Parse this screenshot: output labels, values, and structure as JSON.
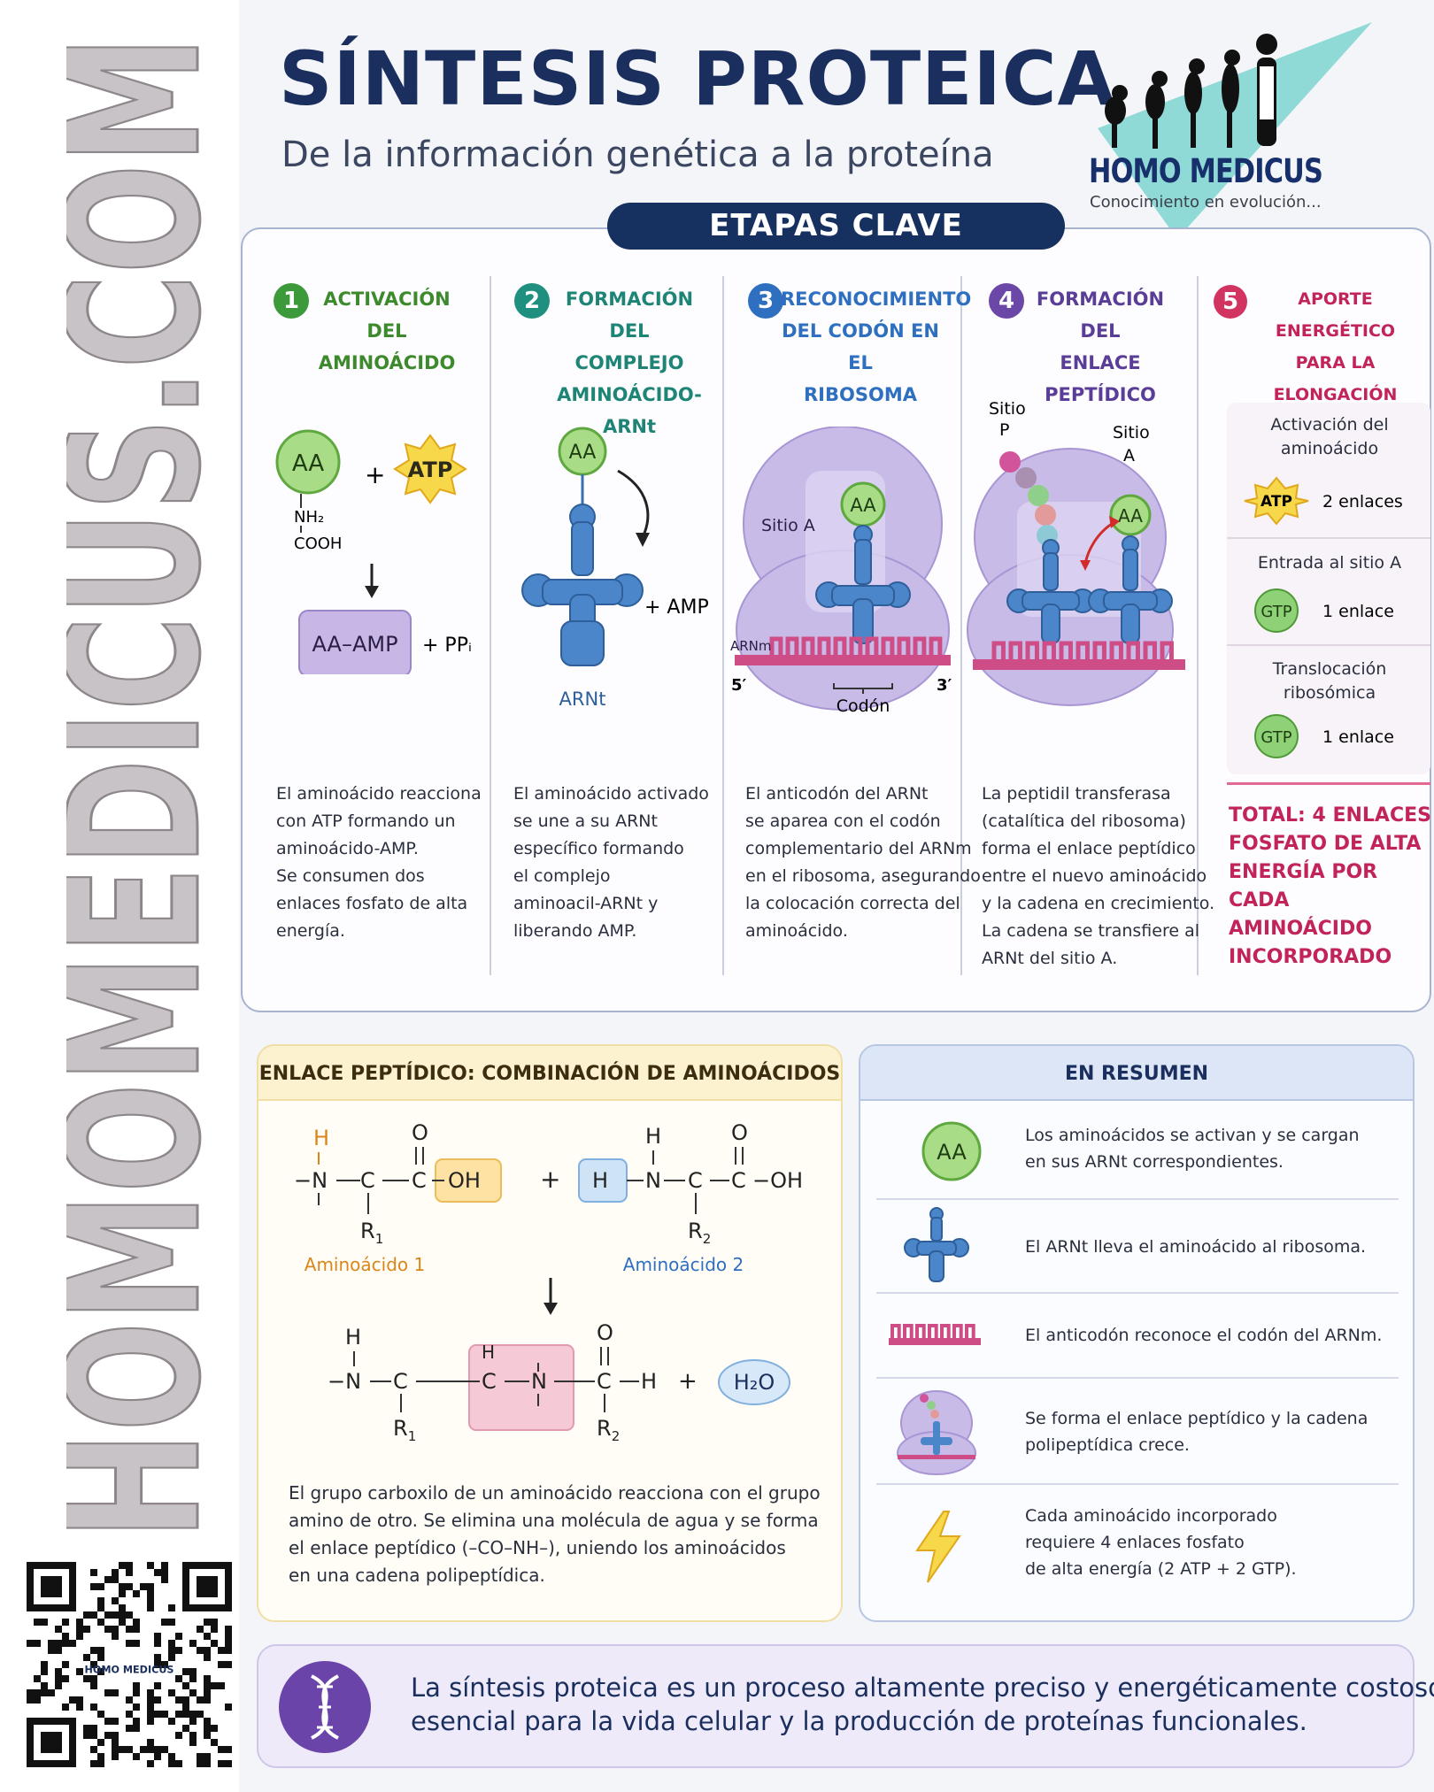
{
  "brand": {
    "vertical": "HOMOMEDICUS.COM",
    "logo_name": "HOMO MEDICUS",
    "logo_tagline": "Conocimiento en evolución...",
    "qr_caption": "HOMO MEDICUS"
  },
  "header": {
    "title": "SÍNTESIS PROTEICA",
    "subtitle": "De la información genética a la proteína"
  },
  "stages": {
    "header": "ETAPAS CLAVE",
    "items": [
      {
        "number": "1",
        "color": "#3d9a3a",
        "title": [
          "ACTIVACIÓN DEL",
          "AMINOÁCIDO"
        ],
        "text": [
          "El aminoácido reacciona",
          "con ATP formando un",
          "aminoácido-AMP.",
          "Se consumen dos",
          "enlaces fosfato de alta",
          "energía."
        ]
      },
      {
        "number": "2",
        "color": "#1f8f80",
        "title": [
          "FORMACIÓN DEL",
          "COMPLEJO",
          "AMINOÁCIDO-ARNt"
        ],
        "text": [
          "El aminoácido activado",
          "se une a su ARNt",
          "específico formando",
          "el complejo",
          "aminoacil-ARNt y",
          "liberando AMP."
        ]
      },
      {
        "number": "3",
        "color": "#2e6fc0",
        "title": [
          "RECONOCIMIENTO",
          "DEL CODÓN EN EL",
          "RIBOSOMA"
        ],
        "text": [
          "El anticodón del ARNt",
          "se aparea con el codón",
          "complementario del ARNm",
          "en el ribosoma, asegurando",
          "la colocación correcta del",
          "aminoácido."
        ]
      },
      {
        "number": "4",
        "color": "#6b47a8",
        "title": [
          "FORMACIÓN DEL",
          "ENLACE PEPTÍDICO"
        ],
        "text": [
          "La peptidil transferasa",
          "(catalítica del ribosoma)",
          "forma el enlace peptídico",
          "entre el nuevo aminoácido",
          "y la cadena en crecimiento.",
          "La cadena se transfiere al",
          "ARNt del sitio A."
        ]
      },
      {
        "number": "5",
        "color": "#d23462",
        "title": [
          "APORTE ENERGÉTICO",
          "PARA LA ELONGACIÓN"
        ],
        "energy": [
          {
            "label": [
              "Activación del",
              "aminoácido"
            ],
            "molecule": "ATP",
            "bonds": "2 enlaces"
          },
          {
            "label": [
              "Entrada al sitio A"
            ],
            "molecule": "GTP",
            "bonds": "1 enlace"
          },
          {
            "label": [
              "Translocación",
              "ribosómica"
            ],
            "molecule": "GTP",
            "bonds": "1 enlace"
          }
        ],
        "total": [
          "TOTAL: 4 ENLACES",
          "FOSFATO DE ALTA",
          "ENERGÍA POR CADA",
          "AMINOÁCIDO",
          "INCORPORADO"
        ]
      }
    ],
    "diagram_labels": {
      "aa": "AA",
      "atp": "ATP",
      "nh2": "NH₂",
      "cooh": "COOH",
      "plus": "+",
      "aa_amp": "AA–AMP",
      "ppi": "+ PPᵢ",
      "amp": "+ AMP",
      "trna": "ARNt",
      "site_a": "Sitio A",
      "site_p": [
        "Sitio",
        "P"
      ],
      "site_a2": [
        "Sitio",
        "A"
      ],
      "mrna": "ARNm",
      "five": "5′",
      "three": "3′",
      "codon": "Codón"
    }
  },
  "peptide_bond": {
    "title": "ENLACE PEPTÍDICO: COMBINACIÓN DE AMINOÁCIDOS",
    "aa1_label": "Aminoácido 1",
    "aa2_label": "Aminoácido 2",
    "oh": "OH",
    "h": "H",
    "water": "H₂O",
    "text": [
      "El grupo carboxilo de un aminoácido reacciona con el grupo",
      "amino de otro. Se elimina una molécula de agua y se forma",
      "el enlace peptídico (–CO–NH–), uniendo los aminoácidos",
      "en una cadena polipeptídica."
    ]
  },
  "summary": {
    "title": "EN RESUMEN",
    "rows": [
      {
        "icon": "amino-acid-icon",
        "text": [
          "Los aminoácidos se activan y se cargan",
          "en sus ARNt correspondientes."
        ]
      },
      {
        "icon": "trna-icon",
        "text": [
          "El ARNt lleva el aminoácido al ribosoma."
        ]
      },
      {
        "icon": "mrna-icon",
        "text": [
          "El anticodón reconoce el codón del ARNm."
        ]
      },
      {
        "icon": "ribosome-icon",
        "text": [
          "Se forma el enlace peptídico y la cadena",
          "polipeptídica crece."
        ]
      },
      {
        "icon": "lightning-icon",
        "text": [
          "Cada aminoácido incorporado",
          "requiere 4 enlaces fosfato",
          "de alta energía (2 ATP + 2 GTP)."
        ]
      }
    ]
  },
  "banner": {
    "icon": "dna-icon",
    "text": [
      "La síntesis proteica es un proceso altamente preciso y energéticamente costoso,",
      "esencial para la vida celular y la producción de proteínas funcionales."
    ]
  },
  "colors": {
    "navy": "#16305f",
    "aa_green": "#8fd16b",
    "trna_blue": "#4a86c9",
    "ribosome_purple": "#c9bbe8",
    "mrna_pink": "#cf4d86",
    "atp_yellow": "#f7d84a",
    "total_pink": "#c2245a"
  }
}
